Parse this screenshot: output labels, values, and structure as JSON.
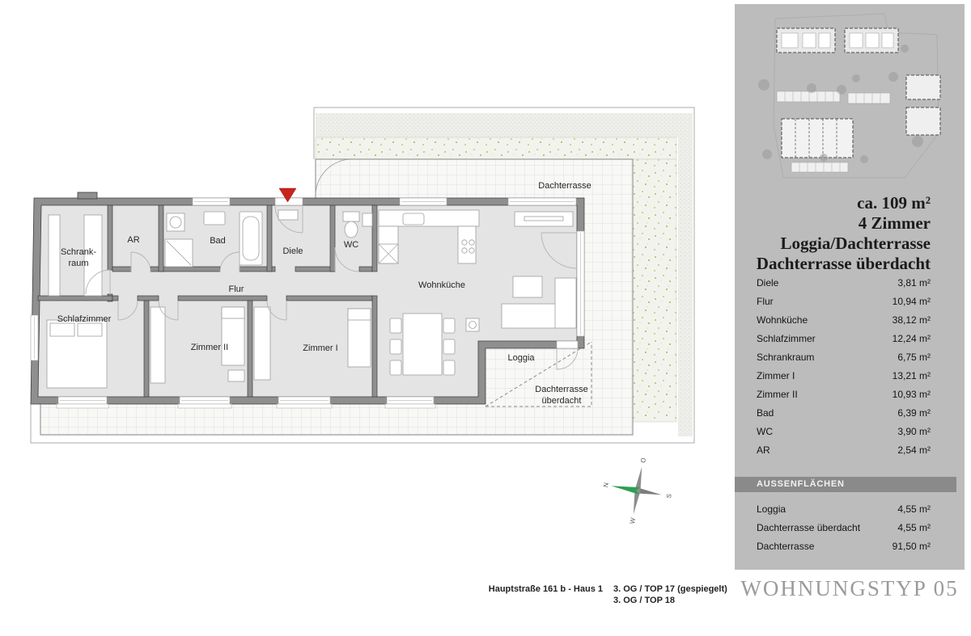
{
  "plan": {
    "labels": {
      "schrankraum_l1": "Schrank-",
      "schrankraum_l2": "raum",
      "ar": "AR",
      "bad": "Bad",
      "diele": "Diele",
      "wc": "WC",
      "flur": "Flur",
      "schlafzimmer": "Schlafzimmer",
      "zimmer2": "Zimmer II",
      "zimmer1": "Zimmer I",
      "wohnkueche": "Wohnküche",
      "loggia": "Loggia",
      "dachterrasse": "Dachterrasse",
      "dachterrasse_ueberdacht_l1": "Dachterrasse",
      "dachterrasse_ueberdacht_l2": "überdacht"
    },
    "compass": {
      "n": "N",
      "o": "O",
      "s": "S",
      "w": "W"
    },
    "entrance_marker_color": "#c8231e"
  },
  "footer": {
    "address": "Hauptstraße 161 b - Haus 1",
    "top_line1": "3. OG / TOP 17 (gespiegelt)",
    "top_line2": "3. OG / TOP 18"
  },
  "sidebar": {
    "summary": {
      "area": "ca. 109 m²",
      "rooms": "4 Zimmer",
      "line3": "Loggia/Dachterrasse",
      "line4": "Dachterrasse überdacht"
    },
    "rooms": [
      {
        "name": "Diele",
        "area": "3,81 m²"
      },
      {
        "name": "Flur",
        "area": "10,94 m²"
      },
      {
        "name": "Wohnküche",
        "area": "38,12 m²"
      },
      {
        "name": "Schlafzimmer",
        "area": "12,24 m²"
      },
      {
        "name": "Schrankraum",
        "area": "6,75 m²"
      },
      {
        "name": "Zimmer I",
        "area": "13,21 m²"
      },
      {
        "name": "Zimmer II",
        "area": "10,93 m²"
      },
      {
        "name": "Bad",
        "area": "6,39 m²"
      },
      {
        "name": "WC",
        "area": "3,90 m²"
      },
      {
        "name": "AR",
        "area": "2,54 m²"
      }
    ],
    "outdoor": {
      "header": "AUSSENFLÄCHEN",
      "rows": [
        {
          "name": "Loggia",
          "area": "4,55 m²"
        },
        {
          "name": "Dachterrasse überdacht",
          "area": "4,55 m²"
        },
        {
          "name": "Dachterrasse",
          "area": "91,50 m²"
        }
      ]
    },
    "colors": {
      "panel": "#bcbcbc",
      "header_bar": "#8a8a8a"
    }
  },
  "type_title": "WOHNUNGSTYP 05"
}
